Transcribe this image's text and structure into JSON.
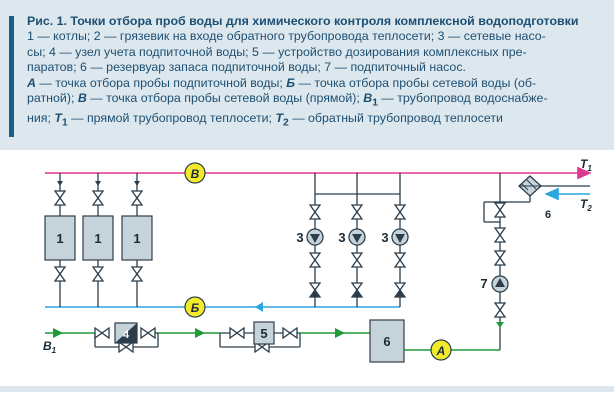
{
  "caption": {
    "title": "Рис. 1. Точки отбора проб воды для химического контроля комплексной водоподготовки",
    "l1": "1 — котлы; 2 — грязевик на входе обратного трубопровода теплосети; 3 — сетевые насо-",
    "l2": "сы; 4 — узел учета подпиточной воды; 5 — устройство дозирования комплексных пре-",
    "l3": "паратов; 6 — резервуар запаса подпиточной воды; 7 — подпиточный насос.",
    "l4a_key": "А",
    "l4a_text": " — точка отбора пробы подпиточной воды; ",
    "l4b_key": "Б",
    "l4b_text": " — точка отбора пробы сетевой воды (об-",
    "l5a_text": "ратной); ",
    "l5b_key": "В",
    "l5b_text": " — точка отбора пробы сетевой воды (прямой); ",
    "l5c_key": "В",
    "l5c_sub": "1",
    "l5c_text": " — трубопровод водоснабже-",
    "l6a_text": "ния; ",
    "l6b_key": "Т",
    "l6b_sub": "1",
    "l6b_text": " — прямой трубопровод теплосети; ",
    "l6c_key": "Т",
    "l6c_sub": "2",
    "l6c_text": " — обратный трубопровод теплосети"
  },
  "diagram": {
    "label_boiler": "1",
    "label_pump": "3",
    "label_meter": "4",
    "label_dosing": "5",
    "label_tank": "6",
    "label_makeup_pump": "7",
    "point_a": "А",
    "point_b": "Б",
    "point_v": "В",
    "t1_main": "Т",
    "t1_sub": "1",
    "t2_main": "Т",
    "t2_sub": "2",
    "b1_main": "В",
    "b1_sub": "1",
    "colors": {
      "forward_line": "#e0368d",
      "return_line": "#2aa6e0",
      "makeup_line": "#1f9a3a",
      "pipe": "#2c3e4c",
      "equipment": "#c7d3da",
      "marker": "#f3ea2a"
    }
  }
}
